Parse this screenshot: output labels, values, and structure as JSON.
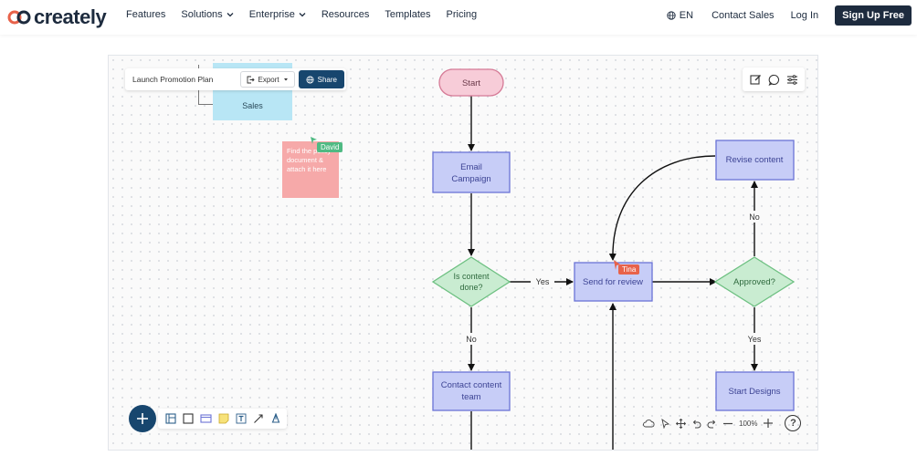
{
  "nav": {
    "logo_text": "creately",
    "links": [
      {
        "label": "Features",
        "dropdown": false
      },
      {
        "label": "Solutions",
        "dropdown": true
      },
      {
        "label": "Enterprise",
        "dropdown": true
      },
      {
        "label": "Resources",
        "dropdown": false
      },
      {
        "label": "Templates",
        "dropdown": false
      },
      {
        "label": "Pricing",
        "dropdown": false
      }
    ],
    "language": "EN",
    "contact_sales": "Contact Sales",
    "login": "Log In",
    "signup": "Sign Up Free"
  },
  "doc_bar": {
    "title": "Launch Promotion Plan",
    "export_label": "Export",
    "share_label": "Share"
  },
  "canvas": {
    "sales_label": "Sales",
    "sticky_text": "Find the policy document & attach it here",
    "collaborators": [
      "David",
      "Tina"
    ]
  },
  "flowchart": {
    "start": "Start",
    "email_campaign": [
      "Email",
      "Campaign"
    ],
    "is_content_done": [
      "Is content",
      "done?"
    ],
    "send_for_review": "Send for review",
    "approved": "Approved?",
    "revise_content": "Revise content",
    "contact_content_team": [
      "Contact content",
      "team"
    ],
    "start_designs": "Start Designs",
    "labels": {
      "yes": "Yes",
      "no": "No"
    }
  },
  "zoom": {
    "level": "100%"
  },
  "help": "?",
  "colors": {
    "nav_dark": "#1d2b3e",
    "share_blue": "#17466e",
    "process_fill": "#c7cdf7",
    "process_stroke": "#6b74d6",
    "decision_fill": "#c9ecd1",
    "decision_stroke": "#6dc081",
    "start_fill": "#f7ccd8",
    "start_stroke": "#d57a96",
    "sticky": "#f6a9a9",
    "sales_box": "#b8e6f5"
  }
}
